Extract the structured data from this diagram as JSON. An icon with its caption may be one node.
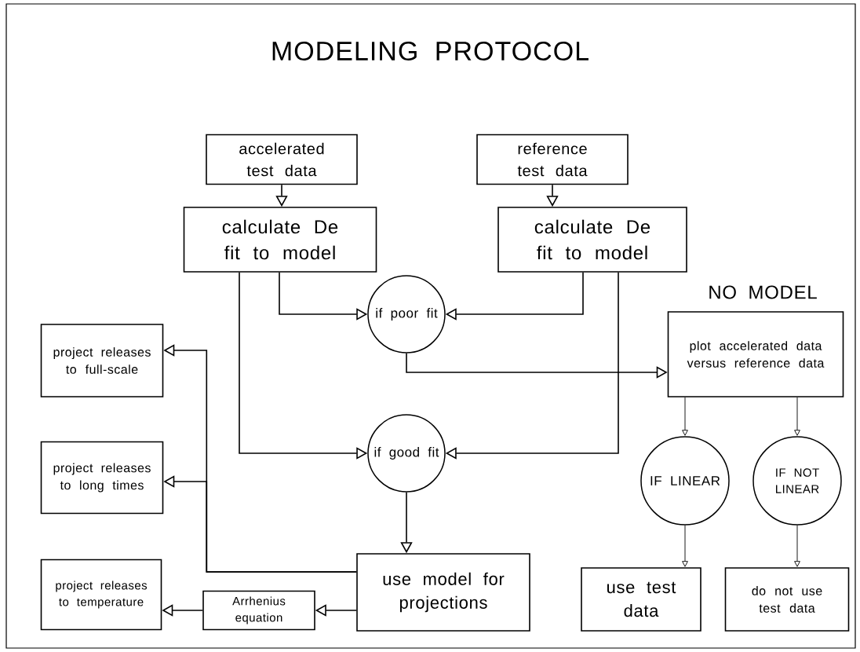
{
  "diagram": {
    "title": "MODELING PROTOCOL",
    "nodes": [
      {
        "text": [
          "accelerated test data"
        ]
      },
      {
        "text": [
          "reference test data"
        ]
      },
      {
        "text": [
          "calculate De fit to model"
        ]
      },
      {
        "text": [
          "calculate De fit to model"
        ]
      },
      {
        "text": [
          "if poor fit"
        ]
      },
      {
        "text": [
          "plot accelerated data versus reference data"
        ]
      },
      {
        "text": [
          "if good fit"
        ]
      },
      {
        "text": [
          "IF LINEAR"
        ]
      },
      {
        "text": [
          "IF NOT LINEAR"
        ]
      },
      {
        "text": [
          "project releases to full-scale"
        ]
      },
      {
        "text": [
          "project releases to long times"
        ]
      },
      {
        "text": [
          "use model for projections"
        ]
      },
      {
        "text": [
          "use test data"
        ]
      },
      {
        "text": [
          "do not use test data"
        ]
      },
      {
        "text": [
          "Arrhenius equation"
        ]
      },
      {
        "text": [
          "project releases to temperature"
        ]
      }
    ],
    "edges": [
      {
        "from": 0,
        "to": 2,
        "arrow": "to"
      },
      {
        "from": 1,
        "to": 3,
        "arrow": "to"
      },
      {
        "from": 2,
        "to": 4,
        "arrow": "to"
      },
      {
        "from": 3,
        "to": 4,
        "arrow": "to"
      },
      {
        "from": 4,
        "to": 5,
        "arrow": "to"
      },
      {
        "from": 2,
        "to": 6,
        "arrow": "to"
      },
      {
        "from": 3,
        "to": 6,
        "arrow": "to"
      },
      {
        "from": 6,
        "to": 11,
        "arrow": "to"
      },
      {
        "from": 11,
        "to": 9,
        "arrow": "to"
      },
      {
        "from": 11,
        "to": 10,
        "arrow": "to"
      },
      {
        "from": 11,
        "to": 14,
        "arrow": "to"
      },
      {
        "from": 14,
        "to": 15,
        "arrow": "to"
      },
      {
        "from": 5,
        "to": 7,
        "arrow": "to"
      },
      {
        "from": 5,
        "to": 8,
        "arrow": "to"
      },
      {
        "from": 7,
        "to": 12,
        "arrow": "to"
      },
      {
        "from": 8,
        "to": 13,
        "arrow": "to"
      }
    ],
    "labels": [
      "NO MODEL"
    ]
  }
}
